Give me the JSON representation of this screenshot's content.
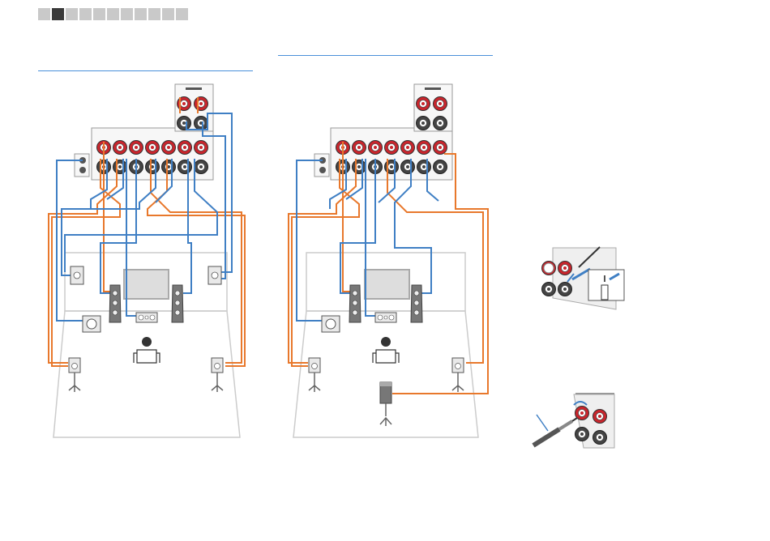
{
  "header": {
    "tab_count": 11,
    "active_tab_index": 1
  },
  "diagrams": [
    {
      "id": "layout-with-front-presence",
      "label_visible": false
    },
    {
      "id": "layout-with-rear-presence",
      "label_visible": false
    }
  ],
  "illustrations": [
    {
      "id": "spring-terminal-connection"
    },
    {
      "id": "banana-plug-connection"
    }
  ],
  "colors": {
    "speaker_cable_orange": "#e8782c",
    "speaker_cable_blue": "#3f7fc4",
    "terminal_red": "#c9252c",
    "terminal_dark": "#444444",
    "room_outline": "#cccccc",
    "header_rule": "#4a90d9",
    "tab_inactive": "#c9c9c9",
    "tab_active": "#3a3a3a"
  }
}
